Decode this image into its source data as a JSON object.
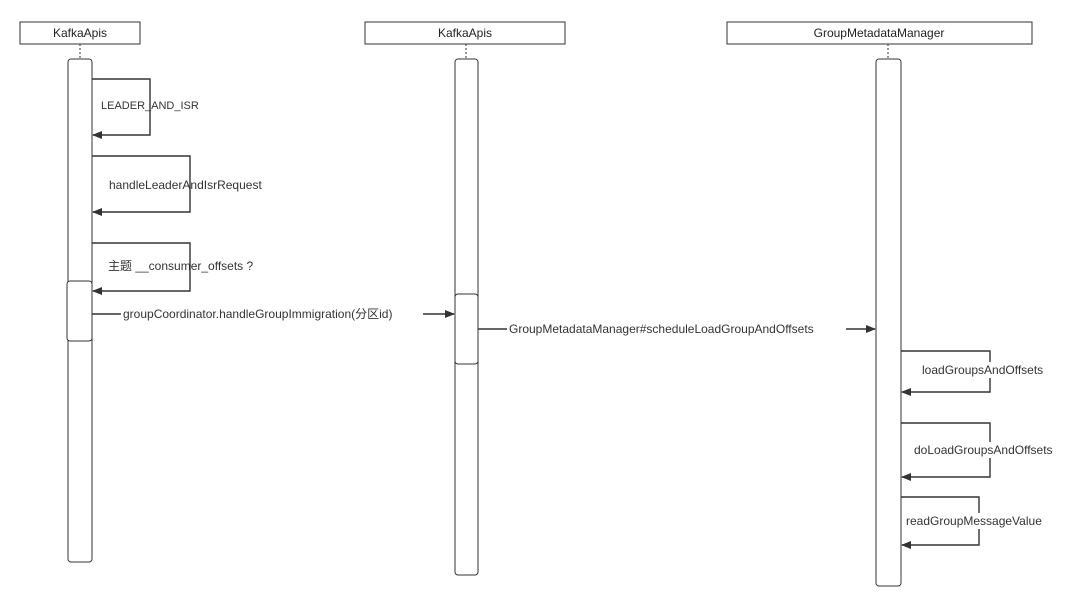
{
  "participants": [
    {
      "name": "KafkaApis"
    },
    {
      "name": "KafkaApis"
    },
    {
      "name": "GroupMetadataManager"
    }
  ],
  "messages": [
    {
      "label": "LEADER_AND_ISR"
    },
    {
      "label": "handleLeaderAndIsrRequest"
    },
    {
      "label": "主题 __consumer_offsets ?"
    },
    {
      "label": "groupCoordinator.handleGroupImmigration(分区id)"
    },
    {
      "label": "GroupMetadataManager#scheduleLoadGroupAndOffsets"
    },
    {
      "label": "loadGroupsAndOffsets"
    },
    {
      "label": "doLoadGroupsAndOffsets"
    },
    {
      "label": "readGroupMessageValue"
    }
  ],
  "colors": {
    "line": "#333333",
    "box_fill": "#ffffff",
    "text": "#222222"
  }
}
